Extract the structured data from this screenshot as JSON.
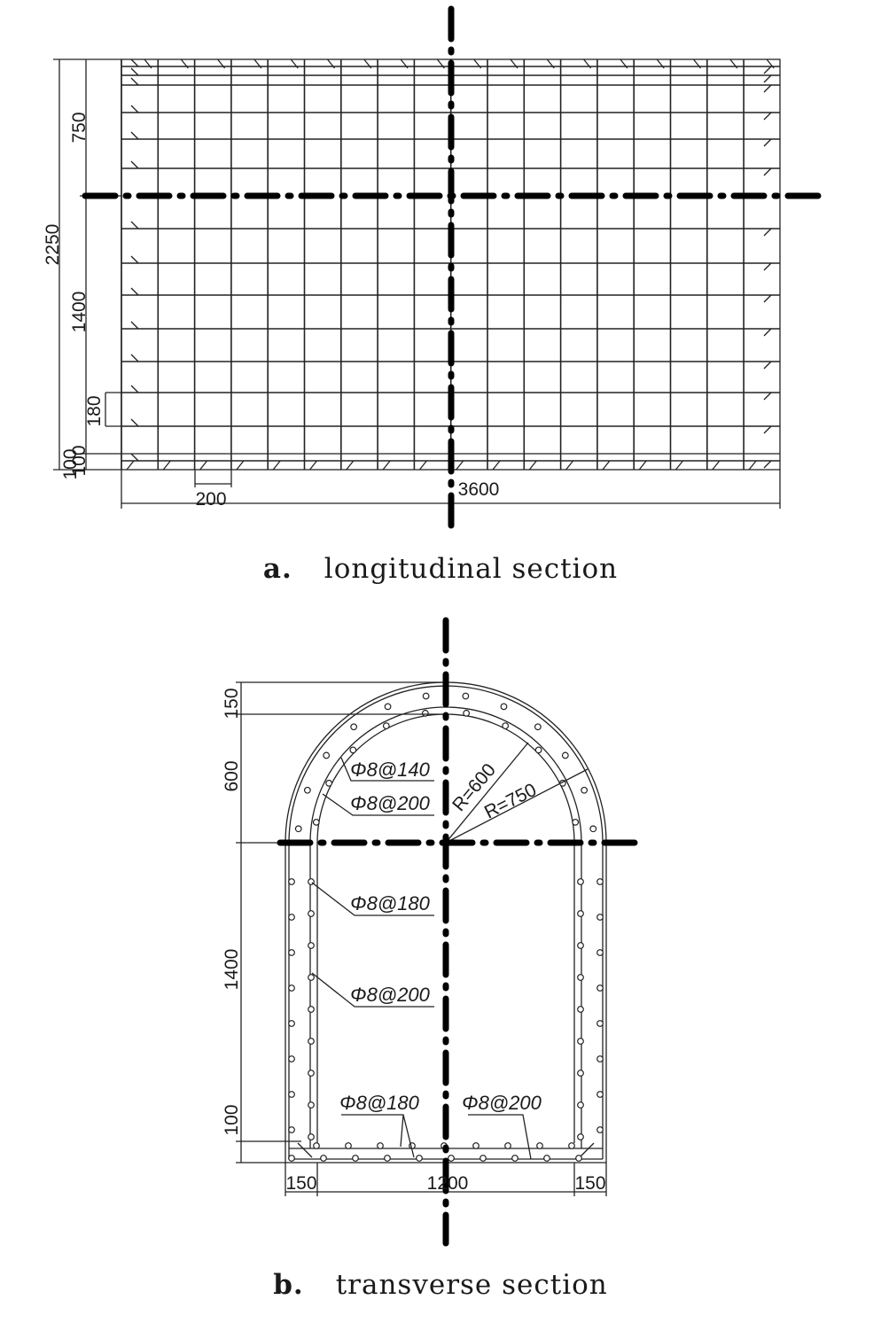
{
  "panel_a": {
    "caption_letter": "a.",
    "caption_text": "longitudinal section",
    "dims": {
      "total_height": "2250",
      "top": "750",
      "middle": "1400",
      "spacing": "180",
      "bottom": "100",
      "stirrup": "200",
      "length": "3600"
    }
  },
  "panel_b": {
    "caption_letter": "b.",
    "caption_text": "transverse section",
    "dims": {
      "crown": "150",
      "arch": "600",
      "wall": "1400",
      "base": "100",
      "left": "150",
      "width": "1200",
      "right": "150"
    },
    "radii": {
      "inner": "R=600",
      "outer": "R=750"
    },
    "rebar_labels": {
      "arch_outer": "Φ8@140",
      "arch_inner": "Φ8@200",
      "wall_outer": "Φ8@180",
      "wall_inner": "Φ8@200",
      "base_left": "Φ8@180",
      "base_right": "Φ8@200"
    }
  },
  "colors": {
    "line": "#222222",
    "axis": "#000000",
    "background": "#ffffff"
  }
}
